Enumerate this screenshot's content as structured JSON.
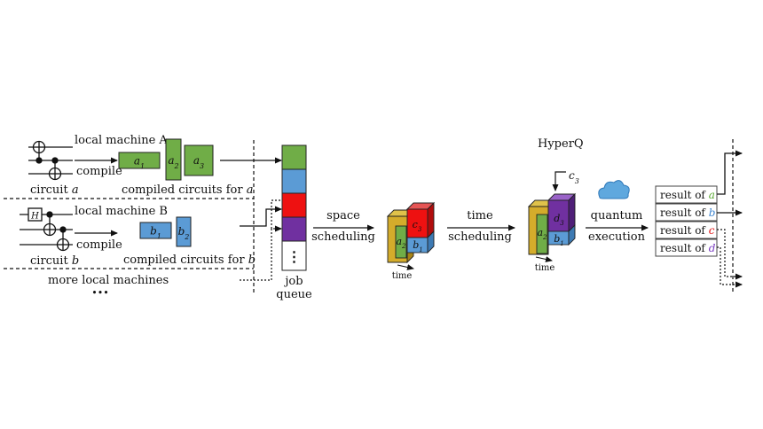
{
  "local_machine_a": {
    "label": "local machine A",
    "compile_label": "compile",
    "circuit_prefix": "circuit ",
    "circuit_var": "a",
    "compiled_prefix": "compiled circuits for ",
    "compiled_var": "a",
    "blocks": [
      "a1",
      "a2",
      "a3"
    ]
  },
  "local_machine_b": {
    "label": "local machine B",
    "compile_label": "compile",
    "circuit_prefix": "circuit ",
    "circuit_var": "b",
    "compiled_prefix": "compiled circuits for ",
    "compiled_var": "b",
    "blocks": [
      "b1",
      "b2"
    ],
    "gate_label": "H"
  },
  "more_machines_label": "more local machines",
  "more_machines_ellipsis": "•••",
  "job_queue": {
    "line1": "job",
    "line2": "queue",
    "ellipsis": "⋮"
  },
  "space_scheduling": {
    "line1": "space",
    "line2": "scheduling"
  },
  "time_scheduling": {
    "line1": "time",
    "line2": "scheduling"
  },
  "hyperq_label": "HyperQ",
  "c3_label": "c3",
  "time_axis_label": "time",
  "quantum_execution": {
    "line1": "quantum",
    "line2": "execution"
  },
  "results": [
    {
      "prefix": "result of ",
      "var": "a",
      "color": "#5aa832"
    },
    {
      "prefix": "result of ",
      "var": "b",
      "color": "#3f86d0"
    },
    {
      "prefix": "result of ",
      "var": "c",
      "color": "#e01010"
    },
    {
      "prefix": "result of ",
      "var": "d",
      "color": "#7a3ec2"
    }
  ],
  "colors": {
    "green": "#70ad47",
    "blue": "#5b9bd5",
    "red": "#ee1111",
    "purple": "#7030a0",
    "gold": "#c9a227",
    "cloud": "#5fa8de"
  }
}
